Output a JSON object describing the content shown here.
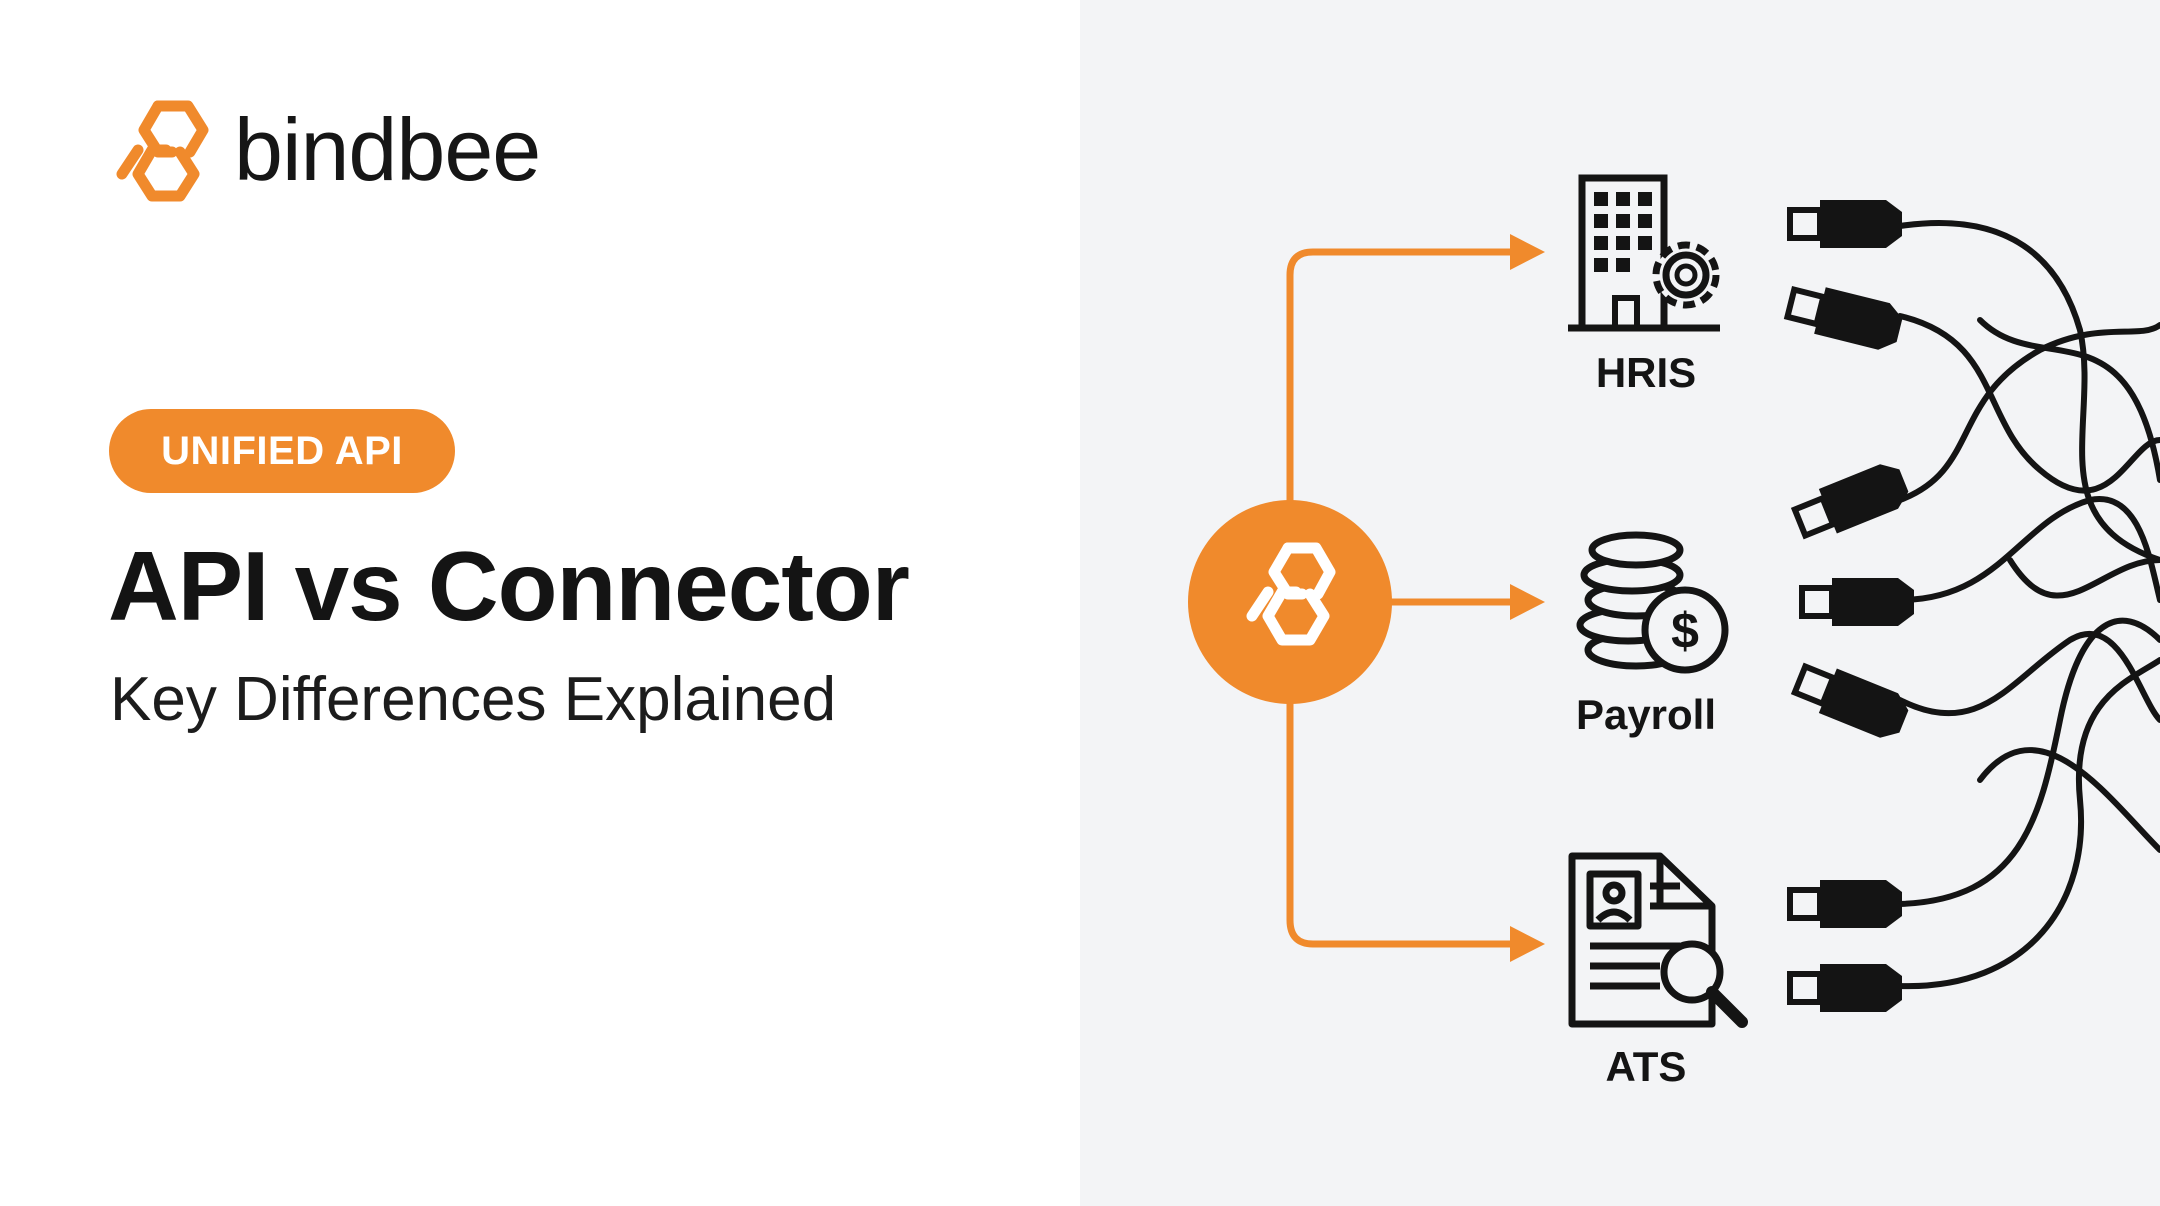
{
  "brand": {
    "name": "bindbee"
  },
  "hero": {
    "badge": "UNIFIED API",
    "title": "API vs Connector",
    "subtitle": "Key Differences Explained"
  },
  "diagram": {
    "categories": [
      {
        "label": "HRIS",
        "icon": "office-building-gear-icon"
      },
      {
        "label": "Payroll",
        "icon": "coins-dollar-icon"
      },
      {
        "label": "ATS",
        "icon": "resume-magnifier-icon"
      }
    ],
    "hub_icon": "bindbee-logo-icon",
    "connector_icon": "usb-plug-icon"
  },
  "colors": {
    "accent": "#f08a2c",
    "ink": "#141414",
    "right_bg": "#f3f4f6",
    "left_bg": "#ffffff"
  }
}
